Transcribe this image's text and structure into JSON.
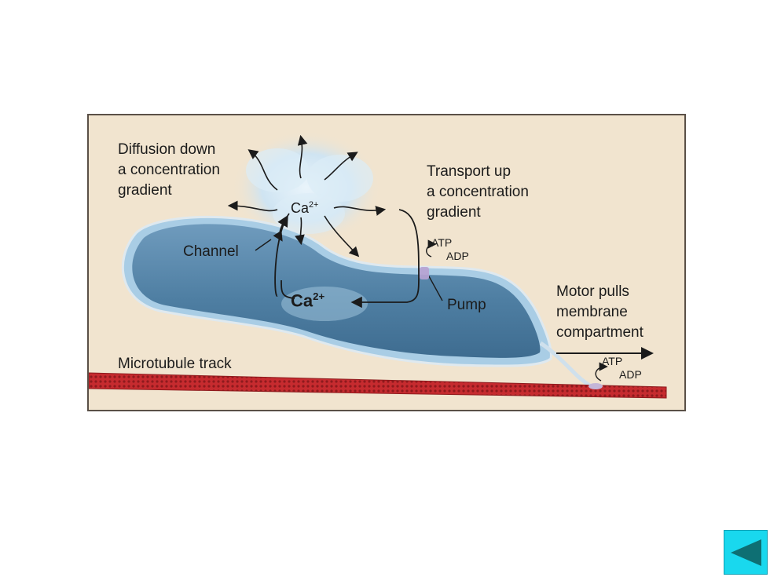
{
  "figure": {
    "labels": {
      "diffusion": "Diffusion down\na concentration\ngradient",
      "transport": "Transport up\na concentration\ngradient",
      "channel": "Channel",
      "pump": "Pump",
      "motor": "Motor pulls\nmembrane\ncompartment",
      "microtubule": "Microtubule track"
    },
    "pump_energy": {
      "atp": "ATP",
      "adp": "ADP"
    },
    "motor_energy": {
      "atp": "ATP",
      "adp": "ADP"
    },
    "ion_top": {
      "base": "Ca",
      "charge": "2+"
    },
    "ion_bottom": {
      "base": "Ca",
      "charge": "2+"
    }
  },
  "nav": {
    "back_icon": "triangle-left-icon"
  },
  "colors": {
    "background": "#f1e4cf",
    "compartment": "#4f7fa3",
    "membrane": "#a9cde5",
    "microtubule": "#b8252a",
    "nav_button": "#19d8ee",
    "nav_arrow": "#0e6f73"
  }
}
